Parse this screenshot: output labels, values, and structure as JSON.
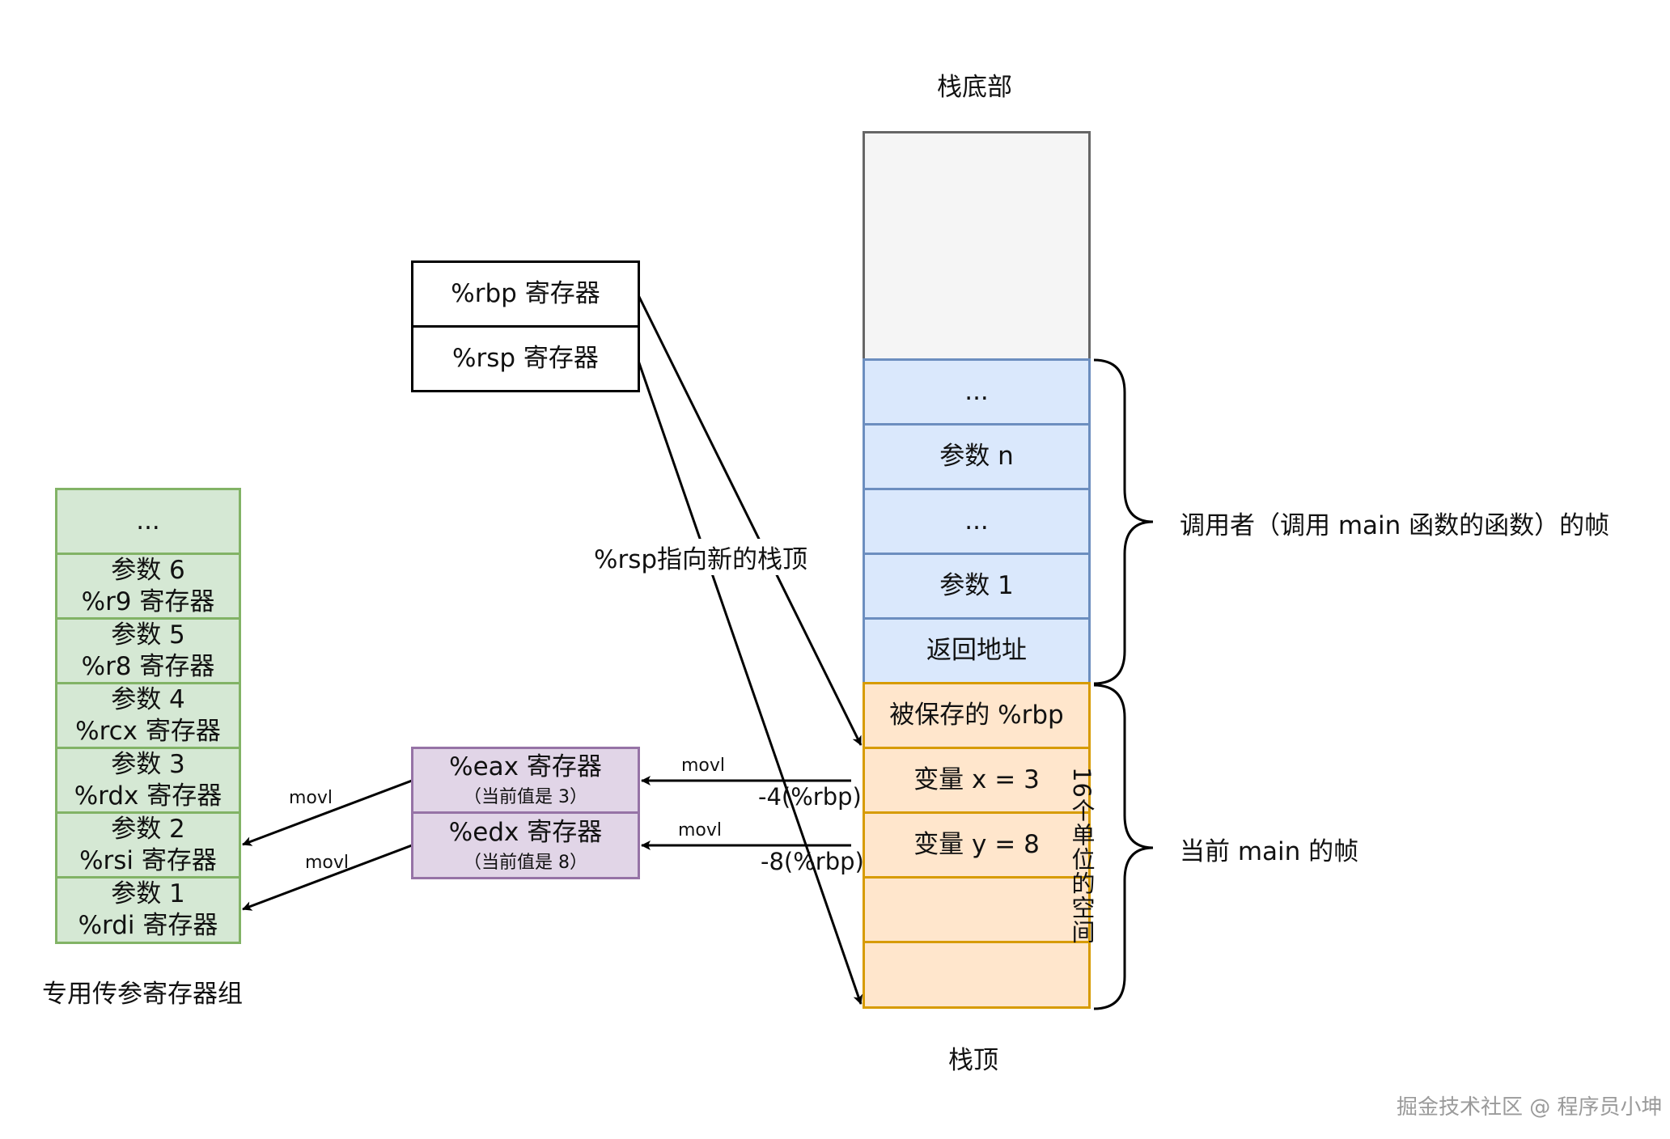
{
  "stack": {
    "bottom_label": "栈底部",
    "top_label": "栈顶",
    "caller_frame_cells": [
      "...",
      "参数 n",
      "...",
      "参数 1",
      "返回地址"
    ],
    "current_frame_cells": [
      "被保存的 %rbp",
      "变量 x = 3",
      "变量 y = 8",
      "",
      ""
    ],
    "space_label": "16个单位的空间"
  },
  "braces": {
    "caller_label": "调用者（调用 main 函数的函数）的帧",
    "current_label": "当前 main 的帧"
  },
  "pointer_registers": {
    "rbp": "%rbp 寄存器",
    "rsp": "%rsp 寄存器",
    "rsp_note": "%rsp指向新的栈顶"
  },
  "temp_registers": {
    "eax": {
      "name": "%eax 寄存器",
      "note": "（当前值是 3）"
    },
    "edx": {
      "name": "%edx 寄存器",
      "note": "（当前值是 8）"
    }
  },
  "moves": {
    "to_eax": {
      "op": "movl",
      "src": "-4(%rbp)"
    },
    "to_edx": {
      "op": "movl",
      "src": "-8(%rbp)"
    },
    "to_rsi": "movl",
    "to_rdi": "movl"
  },
  "arg_registers": {
    "cells": [
      {
        "line1": "...",
        "line2": ""
      },
      {
        "line1": "参数 6",
        "line2": "%r9 寄存器"
      },
      {
        "line1": "参数 5",
        "line2": "%r8 寄存器"
      },
      {
        "line1": "参数 4",
        "line2": "%rcx 寄存器"
      },
      {
        "line1": "参数 3",
        "line2": "%rdx 寄存器"
      },
      {
        "line1": "参数 2",
        "line2": "%rsi 寄存器"
      },
      {
        "line1": "参数 1",
        "line2": "%rdi 寄存器"
      }
    ],
    "group_label": "专用传参寄存器组"
  },
  "watermark": "掘金技术社区 @ 程序员小坤"
}
